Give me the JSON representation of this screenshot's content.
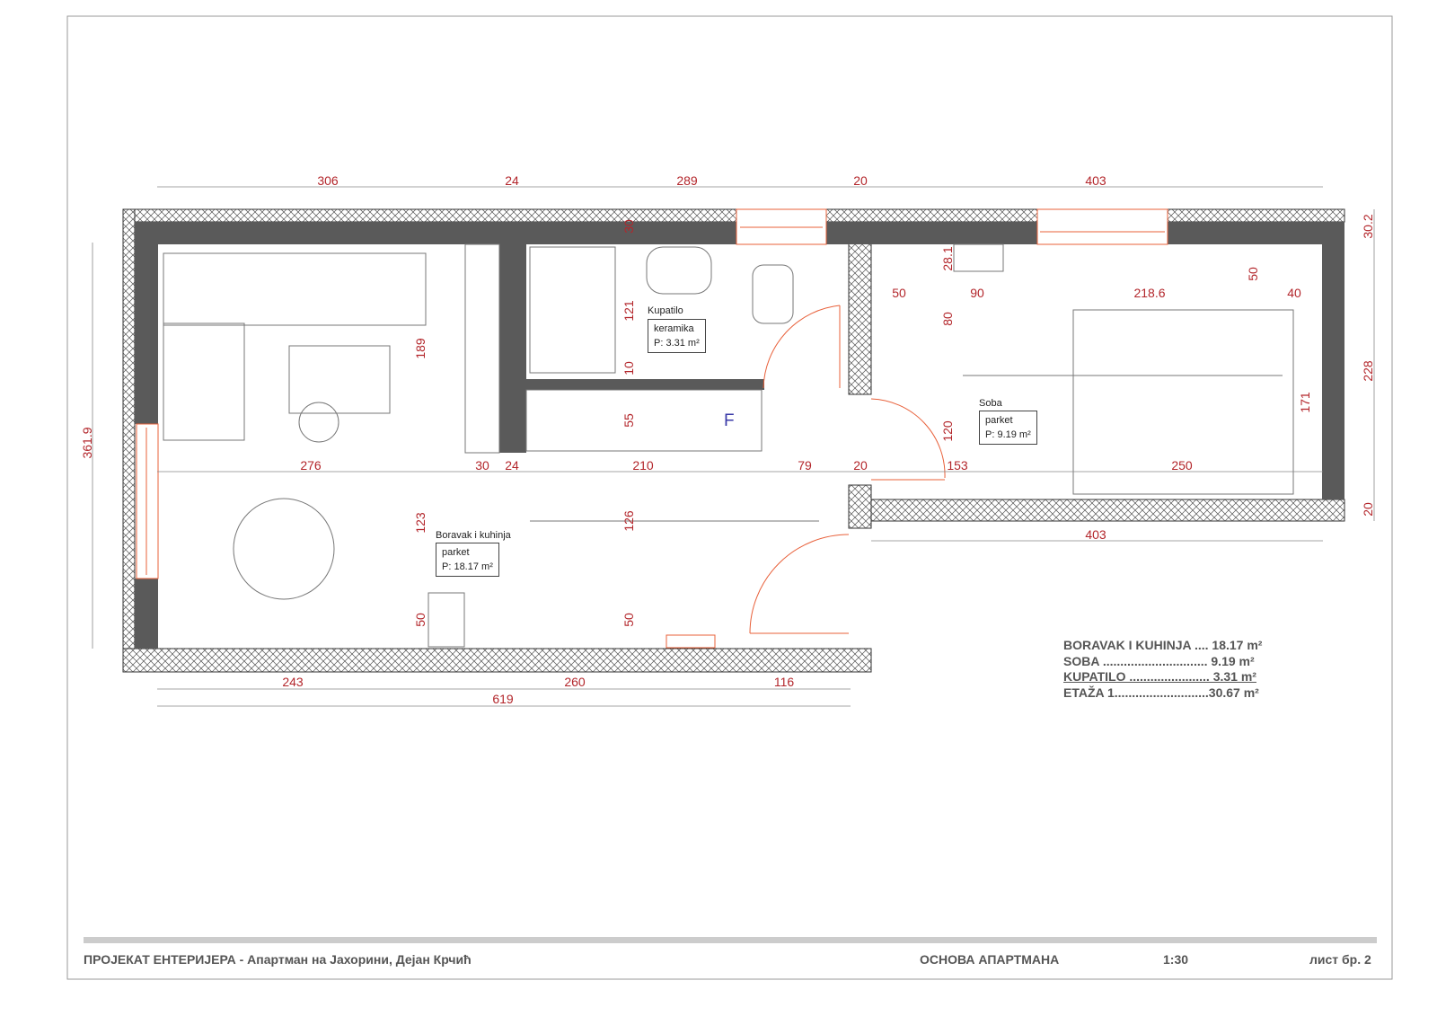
{
  "dimensions": {
    "top": [
      "306",
      "24",
      "289",
      "20",
      "403"
    ],
    "right": [
      "30.2",
      "228",
      "20"
    ],
    "left": [
      "361.9"
    ],
    "interior": {
      "bath_wall": "30",
      "bath_h": "121",
      "bath_gap": "10",
      "kitchen_depth": "55",
      "living_h": "189",
      "living_w": "276",
      "col_a": "30",
      "col_b": "24",
      "kitchen_w": "210",
      "hall_w": "79",
      "door_wall": "20",
      "living_h2": "123",
      "hall_h": "126",
      "bottom_left": "50",
      "bottom_mid": "50",
      "room_top": "28.1",
      "room_a": "50",
      "room_b": "90",
      "room_c": "218.6",
      "room_d": "50",
      "room_e": "40",
      "room_f": "80",
      "bed_h": "171",
      "room_g": "120",
      "room_w1": "153",
      "room_w2": "250",
      "room_bottom": "403"
    },
    "bottom": [
      "243",
      "260",
      "116"
    ],
    "total": "619"
  },
  "rooms": {
    "kupatilo": {
      "name": "Kupatilo",
      "floor": "keramika",
      "area": "P: 3.31 m²"
    },
    "soba": {
      "name": "Soba",
      "floor": "parket",
      "area": "P: 9.19 m²"
    },
    "boravak": {
      "name": "Boravak i kuhinja",
      "floor": "parket",
      "area": "P: 18.17 m²"
    },
    "fridge_mark": "F"
  },
  "area_table": [
    "BORAVAK I KUHINJA .... 18.17 m²",
    "SOBA .............................. 9.19 m²",
    "KUPATILO ....................... 3.31 m²",
    "ETAŽA 1...........................30.67 m²"
  ],
  "footer": {
    "project": "ПРОЈЕКАТ ЕНТЕРИЈЕРА - Апартман на Јахорини, Дејан Крчић",
    "sheet_title": "ОСНОВА АПАРТМАНА",
    "scale": "1:30",
    "sheet_no": "лист бр. 2"
  },
  "colors": {
    "dimension": "#b3262b",
    "wall_dark": "#5a5a5a",
    "door": "#e8603a",
    "fridge": "#3a3aa8"
  }
}
